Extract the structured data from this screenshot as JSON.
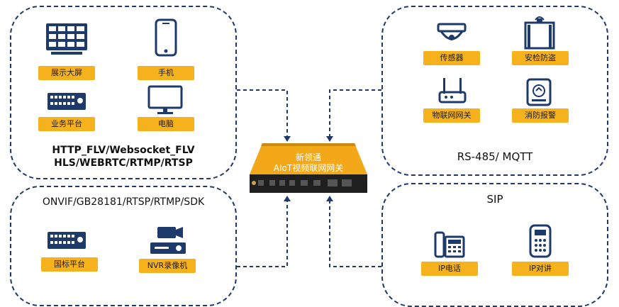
{
  "panels": {
    "top_left": {
      "items": [
        "展示大屏",
        "手机",
        "业务平台",
        "电脑"
      ],
      "protocols": [
        "HTTP_FLV/Websocket_FLV",
        "HLS/WEBRTC/RTMP/RTSP"
      ]
    },
    "top_right": {
      "items": [
        "传感器",
        "安检防盗",
        "物联网网关",
        "消防报警"
      ],
      "protocol": "RS-485/ MQTT"
    },
    "bottom_left": {
      "protocol": "ONVIF/GB28181/RTSP/RTMP/SDK",
      "items": [
        "国标平台",
        "NVR录像机"
      ]
    },
    "bottom_right": {
      "protocol": "SIP",
      "items": [
        "IP电话",
        "IP对讲"
      ]
    }
  },
  "device": {
    "brand": "新领通",
    "name": "AIoT视频联网网关"
  },
  "colors": {
    "border": "#1d3a6b",
    "label_bg": "#f6b21c",
    "device_screen": "#f2a818",
    "device_body": "#1f1f1f"
  }
}
